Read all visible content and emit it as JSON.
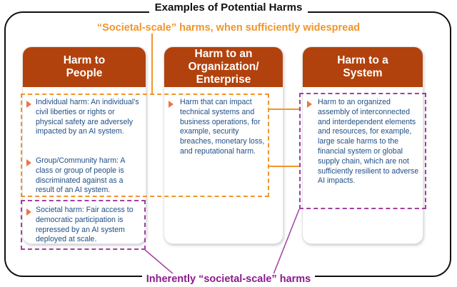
{
  "title": "Examples of Potential Harms",
  "societal_widespread_label": "“Societal-scale” harms, when sufficiently widespread",
  "inherently_societal_label": "Inherently “societal-scale” harms",
  "columns": [
    {
      "heading": "Harm to\nPeople",
      "items": [
        "Individual harm: An individual’s civil liberties or rights or physical safety are adversely impacted by an AI system.",
        "Group/Community harm: A class or group of people is discriminated against as a result of an AI system.",
        "Societal harm: Fair access to democratic participation is repressed by an AI system deployed at scale."
      ]
    },
    {
      "heading": "Harm to an\nOrganization/\nEnterprise",
      "items": [
        "Harm that can impact technical systems and business operations, for example, security breaches, monetary loss, and reputational harm."
      ]
    },
    {
      "heading": "Harm to a\nSystem",
      "items": [
        "Harm to an organized assembly of interconnected and interdependent elements and resources, for example, large scale harms to the financial system or global supply chain, which are not sufficiently resilient to adverse AI impacts."
      ]
    }
  ],
  "colors": {
    "header": "#b2420d",
    "text": "#1f4e86",
    "orange_dash": "#f0962b",
    "purple_dash": "#a040a0",
    "purple_label": "#8b1a8b"
  }
}
